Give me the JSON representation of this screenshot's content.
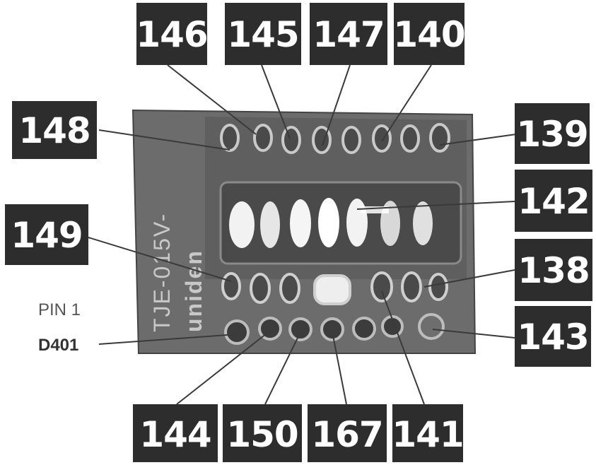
{
  "board": {
    "silkscreen_part": "TJE-015V-",
    "silkscreen_brand": "uniden"
  },
  "callouts": {
    "top": [
      "146",
      "145",
      "147",
      "140"
    ],
    "left": [
      "148",
      "149"
    ],
    "right": [
      "139",
      "142",
      "138",
      "143"
    ],
    "bottom": [
      "144",
      "150",
      "167",
      "141"
    ]
  },
  "side_labels": {
    "pin1": "PIN 1",
    "diode": "D401"
  },
  "colors": {
    "tag_bg": "#2d2d2d",
    "tag_text": "#ffffff",
    "board": "#6a6a6a",
    "pad": "#e6e6e6",
    "leader": "#3a3a3a"
  }
}
